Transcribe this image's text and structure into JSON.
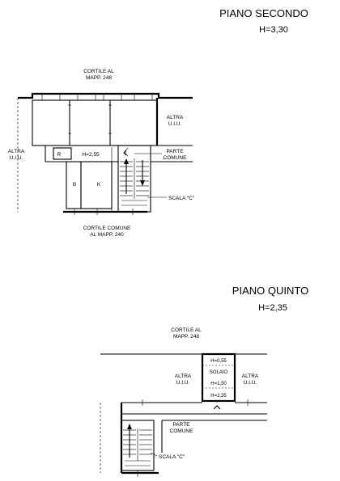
{
  "floor2": {
    "title": "PIANO SECONDO",
    "height": "H=3,30",
    "labels": {
      "courtyard_top_l1": "CORTILE AL",
      "courtyard_top_l2": "MAPP. 248",
      "other_right_l1": "ALTRA",
      "other_right_l2": "U.I.U.",
      "other_left_l1": "ALTRA",
      "other_left_l2": "U.I.U.",
      "common_l1": "PARTE",
      "common_l2": "COMUNE",
      "room_r": "R",
      "room_h": "H=2,55",
      "room_b": "B",
      "room_k": "K",
      "stair": "SCALA \"C\"",
      "courtyard_bottom_l1": "CORTILE COMUNE",
      "courtyard_bottom_l2": "AL MAPP. 240"
    }
  },
  "floor5": {
    "title": "PIANO QUINTO",
    "height": "H=2,35",
    "labels": {
      "courtyard_top_l1": "CORTILE AL",
      "courtyard_top_l2": "MAPP. 248",
      "h1": "H=0,55",
      "solaio": "SOLAIO",
      "h2": "H=1,50",
      "h3": "H=2,35",
      "other_left_l1": "ALTRA",
      "other_left_l2": "U.I.U.",
      "other_right_l1": "ALTRA",
      "other_right_l2": "U.I.U.",
      "common_l1": "PARTE",
      "common_l2": "COMUNE",
      "stair": "SCALA \"C\""
    }
  }
}
